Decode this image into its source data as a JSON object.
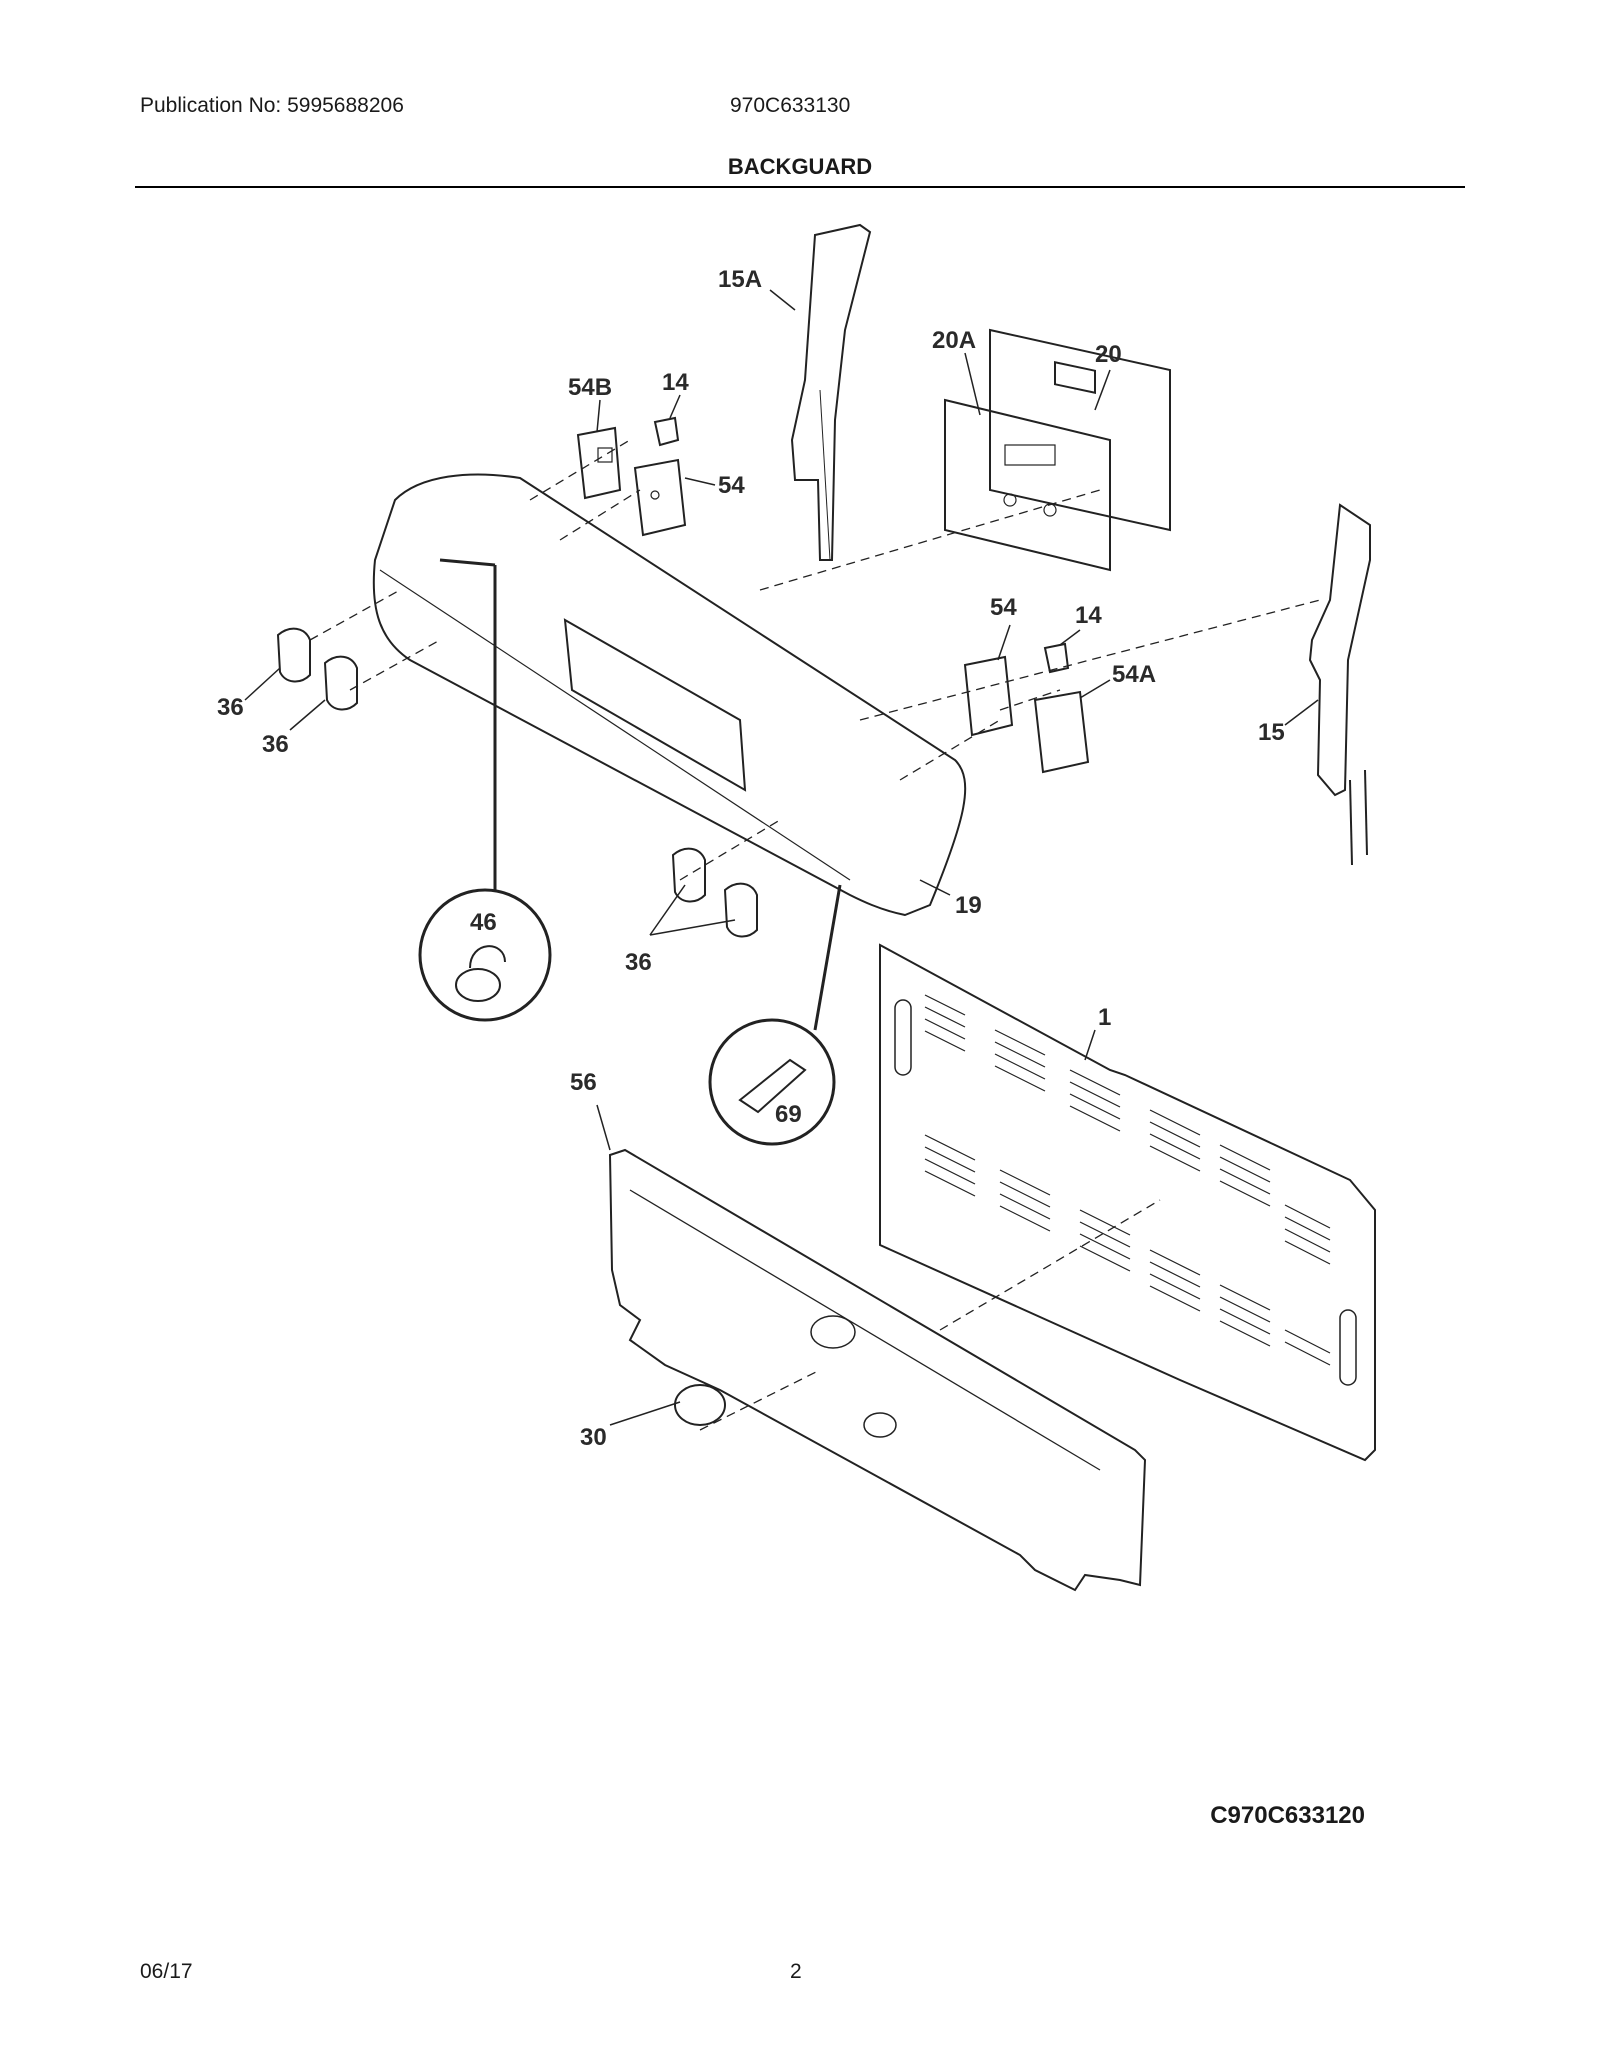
{
  "header": {
    "publication": "Publication No: 5995688206",
    "model": "970C633130",
    "section_title": "BACKGUARD"
  },
  "diagram": {
    "code": "C970C633120",
    "callouts": {
      "c15A": "15A",
      "c20A": "20A",
      "c20": "20",
      "c54B": "54B",
      "c14a": "14",
      "c54a": "54",
      "c54b": "54",
      "c14b": "14",
      "c54A": "54A",
      "c15": "15",
      "c36a": "36",
      "c36b": "36",
      "c36c": "36",
      "c46": "46",
      "c19": "19",
      "c1": "1",
      "c56": "56",
      "c69": "69",
      "c30": "30"
    }
  },
  "footer": {
    "date": "06/17",
    "page": "2"
  }
}
